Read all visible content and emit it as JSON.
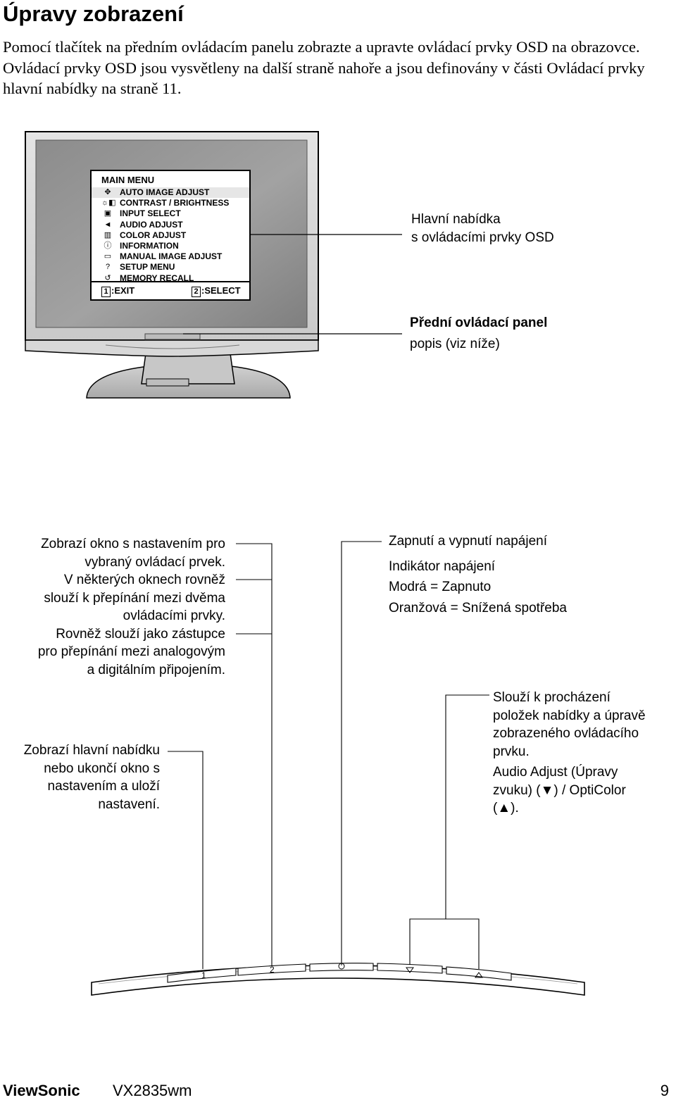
{
  "page": {
    "title": "Úpravy zobrazení",
    "intro": "Pomocí tlačítek na předním ovládacím panelu zobrazte a upravte ovládací prvky OSD na obrazovce. Ovládací prvky OSD jsou vysvětleny na další straně nahoře a jsou definovány v části Ovládací prvky hlavní nabídky na straně 11."
  },
  "osd": {
    "title": "MAIN MENU",
    "items": [
      {
        "label": "AUTO IMAGE ADJUST",
        "icon": "crosshair-icon"
      },
      {
        "label": "CONTRAST / BRIGHTNESS",
        "icon": "sun-contrast-icon"
      },
      {
        "label": "INPUT SELECT",
        "icon": "input-icon"
      },
      {
        "label": "AUDIO ADJUST",
        "icon": "speaker-icon"
      },
      {
        "label": "COLOR ADJUST",
        "icon": "color-bars-icon"
      },
      {
        "label": "INFORMATION",
        "icon": "info-icon"
      },
      {
        "label": "MANUAL IMAGE ADJUST",
        "icon": "monitor-adjust-icon"
      },
      {
        "label": "SETUP MENU",
        "icon": "question-icon"
      },
      {
        "label": "MEMORY RECALL",
        "icon": "recall-icon"
      }
    ],
    "exit_key": "1",
    "exit_label": ":EXIT",
    "select_key": "2",
    "select_label": ":SELECT"
  },
  "callouts": {
    "main_menu": {
      "line1": "Hlavní nabídka",
      "line2": "s ovládacími prvky OSD"
    },
    "front_panel": {
      "bold_letter": "P",
      "bold_rest": "řední ovládací panel",
      "line2": "popis (viz níže)"
    },
    "button2": [
      "Zobrazí okno s nastavením pro",
      "vybraný ovládací prvek.",
      "V některých oknech rovněž",
      "slouží k přepínání mezi dvěma",
      "ovládacími prvky.",
      "Rovněž slouží jako zástupce",
      "pro přepínání mezi analogovým",
      "a digitálním připojením."
    ],
    "button1": [
      "Zobrazí hlavní nabídku",
      "nebo ukončí okno s",
      "nastavením a uloží",
      "nastavení."
    ],
    "power_title": "Zapnutí a vypnutí napájení",
    "power_info": [
      "Indikátor napájení",
      "Modrá = Zapnuto",
      "Oranžová = Snížená spotřeba"
    ],
    "arrows": [
      "Slouží k procházení",
      "položek nabídky a úpravě",
      "zobrazeného ovládacího",
      "prvku.",
      "Audio Adjust (Úpravy",
      "zvuku) (▼) / OptiColor",
      "(▲)."
    ]
  },
  "panel_buttons": {
    "b1": "1",
    "b2": "2"
  },
  "footer": {
    "brand": "ViewSonic",
    "model": "VX2835wm",
    "page_number": "9"
  }
}
